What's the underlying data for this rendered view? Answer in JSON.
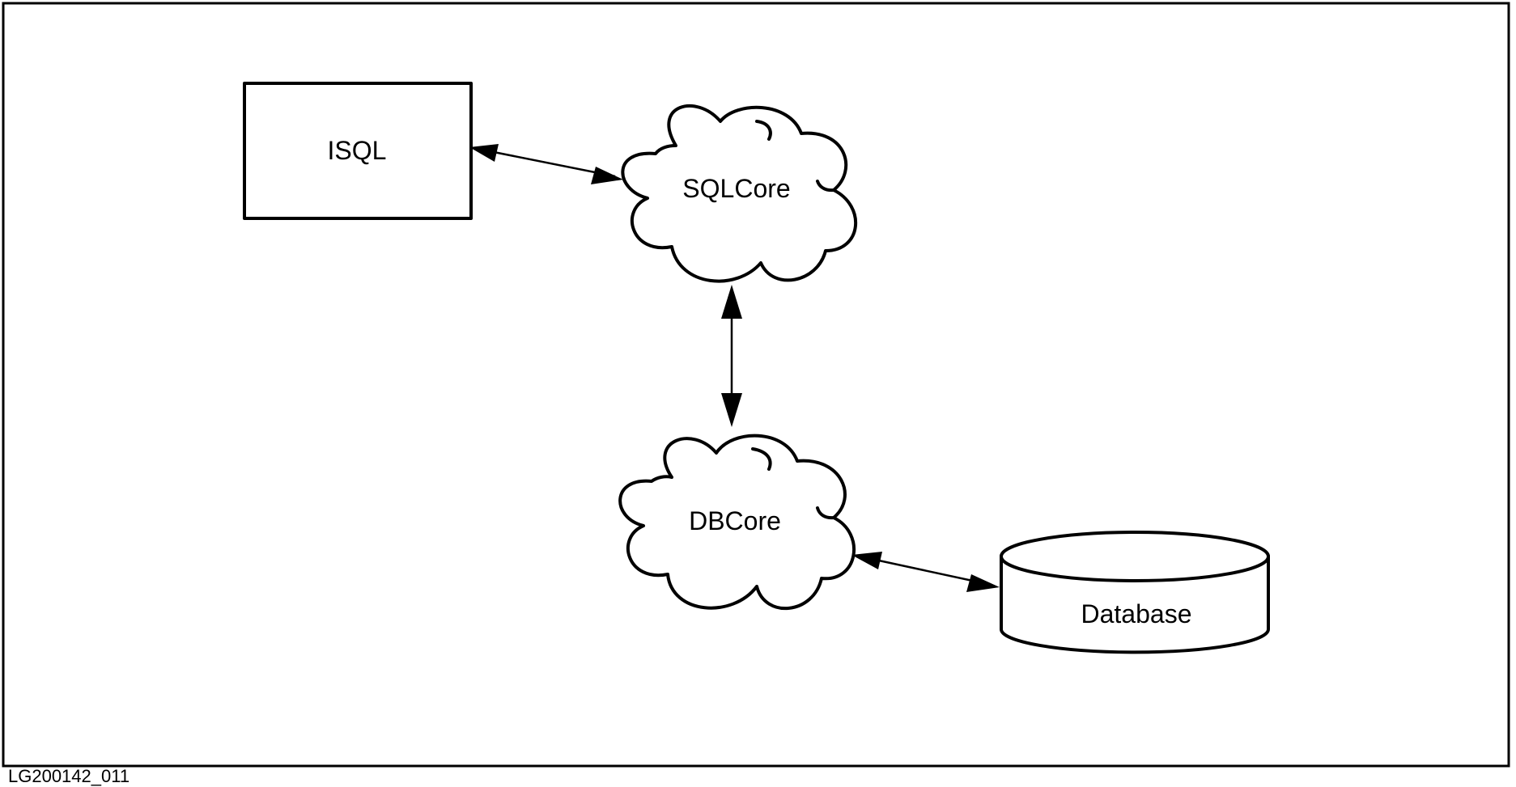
{
  "figure": {
    "id": "LG200142_011"
  },
  "nodes": {
    "isql": {
      "label": "ISQL",
      "shape": "rectangle"
    },
    "sqlcore": {
      "label": "SQLCore",
      "shape": "cloud"
    },
    "dbcore": {
      "label": "DBCore",
      "shape": "cloud"
    },
    "database": {
      "label": "Database",
      "shape": "cylinder"
    }
  },
  "edges": [
    {
      "from": "ISQL",
      "to": "SQLCore",
      "direction": "bidirectional"
    },
    {
      "from": "SQLCore",
      "to": "DBCore",
      "direction": "bidirectional"
    },
    {
      "from": "DBCore",
      "to": "Database",
      "direction": "bidirectional"
    }
  ],
  "colors": {
    "stroke": "#000000",
    "background": "#ffffff"
  }
}
